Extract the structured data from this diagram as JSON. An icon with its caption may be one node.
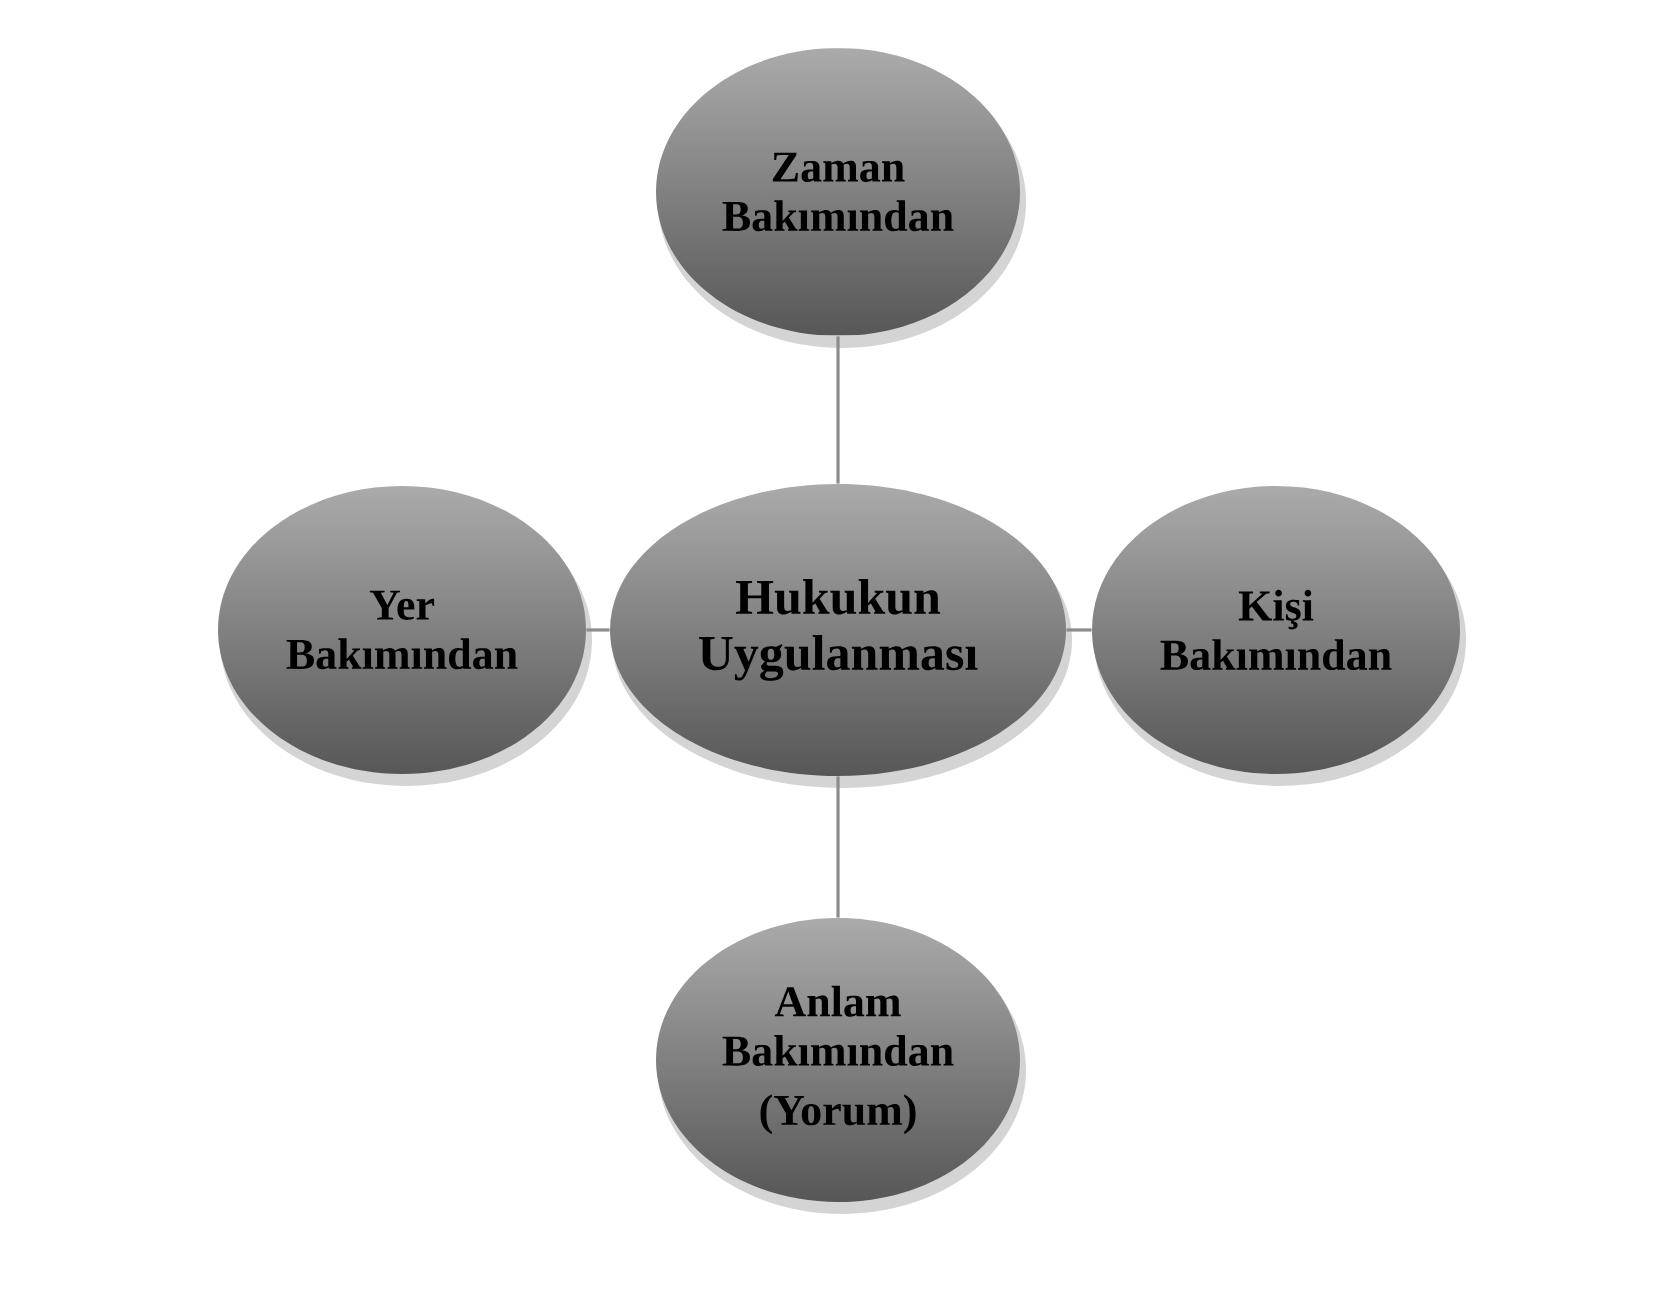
{
  "diagram": {
    "nodes": [
      {
        "text": [
          "Zaman Bakımından"
        ]
      },
      {
        "text": [
          "Yer Bakımından"
        ]
      },
      {
        "text": [
          "Hukukun Uygulanması"
        ]
      },
      {
        "text": [
          "Kişi Bakımından"
        ]
      },
      {
        "text": [
          "Anlam Bakımından",
          "(Yorum)"
        ]
      }
    ],
    "edges": [
      {
        "from": 2,
        "to": 0,
        "arrow": "none"
      },
      {
        "from": 2,
        "to": 1,
        "arrow": "none"
      },
      {
        "from": 2,
        "to": 3,
        "arrow": "none"
      },
      {
        "from": 2,
        "to": 4,
        "arrow": "none"
      }
    ]
  }
}
